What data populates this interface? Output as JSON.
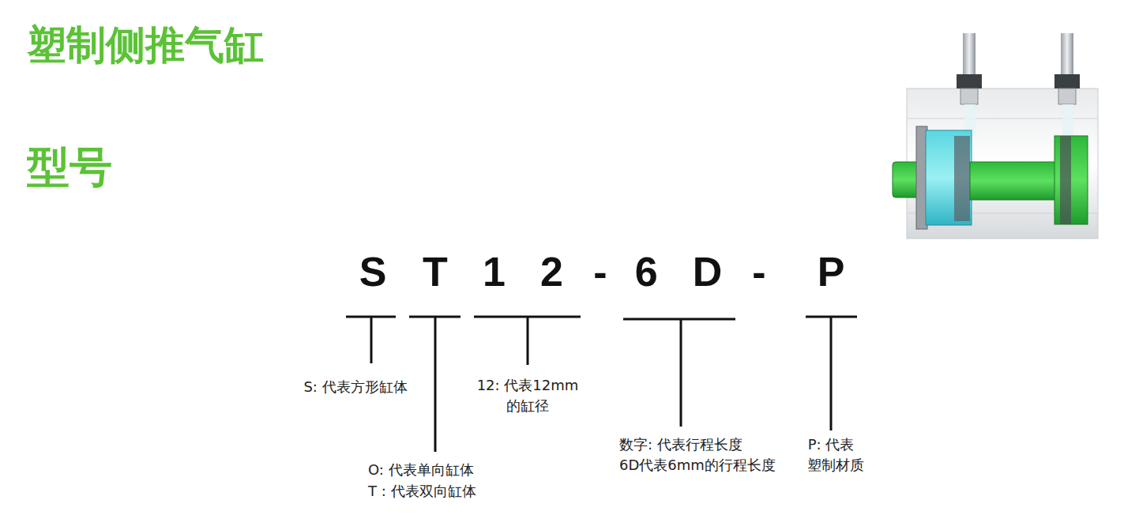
{
  "diagram": {
    "title": "塑制侧推气缸",
    "labels": [
      "型号",
      "S",
      "T",
      "12",
      "-",
      "6D",
      "-",
      "P",
      "S: 代表方形缸体",
      "12: 代表12mm 的缸径",
      "数字: 代表行程长度 6D代表6mm的行程长度",
      "P: 代表 塑制材质",
      "O: 代表单向缸体",
      "T : 代表双向缸体"
    ]
  }
}
